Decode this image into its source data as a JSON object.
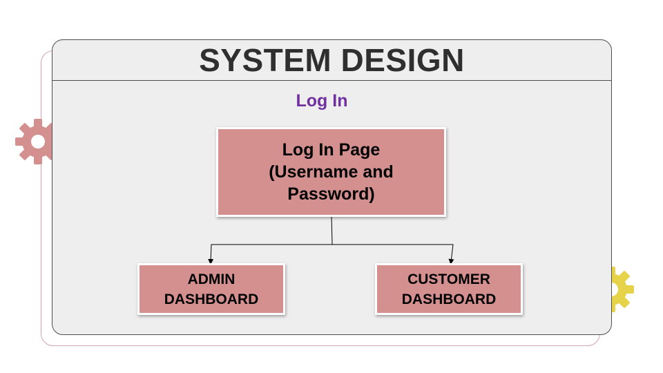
{
  "title": "SYSTEM DESIGN",
  "section_label": "Log In",
  "diagram": {
    "root": {
      "label": "Log In Page (Username and Password)"
    },
    "children": [
      {
        "label": "ADMIN DASHBOARD"
      },
      {
        "label": "CUSTOMER DASHBOARD"
      }
    ]
  },
  "colors": {
    "title_text": "#2f2f2f",
    "section_label": "#7030a0",
    "node_fill": "#d48f8f",
    "card_background": "#eeeeee",
    "gear_left": "#d48f8f",
    "gear_right": "#e6d34a"
  },
  "icons": {
    "decor_left": "gear-icon",
    "decor_right": "gear-icon"
  }
}
